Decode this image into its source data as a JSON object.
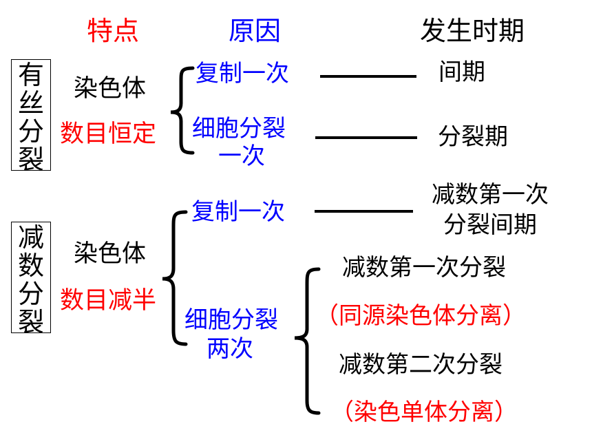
{
  "headers": {
    "feature": "特点",
    "reason": "原因",
    "period": "发生时期"
  },
  "mitosis": {
    "label_chars": [
      "有",
      "丝",
      "分",
      "裂"
    ],
    "feature_line1": "染色体",
    "feature_line2": "数目恒定",
    "reason1": "复制一次",
    "reason2_line1": "细胞分裂",
    "reason2_line2": "一次",
    "period1": "间期",
    "period2": "分裂期"
  },
  "meiosis": {
    "label_chars": [
      "减",
      "数",
      "分",
      "裂"
    ],
    "feature_line1": "染色体",
    "feature_line2": "数目减半",
    "reason1": "复制一次",
    "period1_line1": "减数第一次",
    "period1_line2": "分裂间期",
    "reason2_line1": "细胞分裂",
    "reason2_line2": "两次",
    "division1": "减数第一次分裂",
    "division1_note": "（同源染色体分离）",
    "division2": "减数第二次分裂",
    "division2_note": "（染色单体分离）"
  },
  "colors": {
    "header_red": "#ff0000",
    "header_blue": "#0000ff",
    "text_black": "#000000"
  }
}
